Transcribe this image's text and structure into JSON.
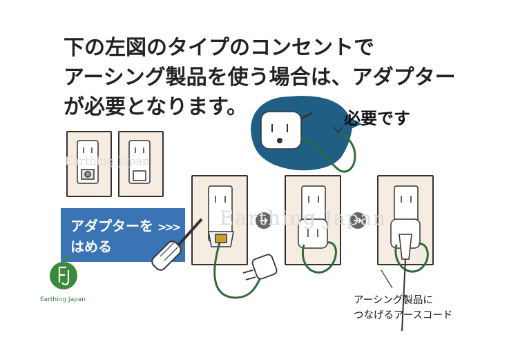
{
  "headline": {
    "line1": "下の左図のタイプのコンセントで",
    "line2": "アーシング製品を使う場合は、アダプター",
    "line3": "が必要となります。"
  },
  "bubble_label": "必要です",
  "banner": {
    "line1": "アダプターを",
    "arrows": ">>>",
    "line2": "はめる"
  },
  "caption": {
    "line1": "アーシング製品に",
    "line2": "つなげるアースコード"
  },
  "watermark_text": "Earthing Japan",
  "logo": {
    "mark": "EJ",
    "text": "Earthing Japan"
  },
  "colors": {
    "banner_blue": "#3a74b5",
    "cord_green": "#2f6b3a",
    "plate_fill": "#f7ece1",
    "arrow_gray": "#666666",
    "bubble_blue": "#1f5f86",
    "logo_green": "#3a8a3a"
  }
}
